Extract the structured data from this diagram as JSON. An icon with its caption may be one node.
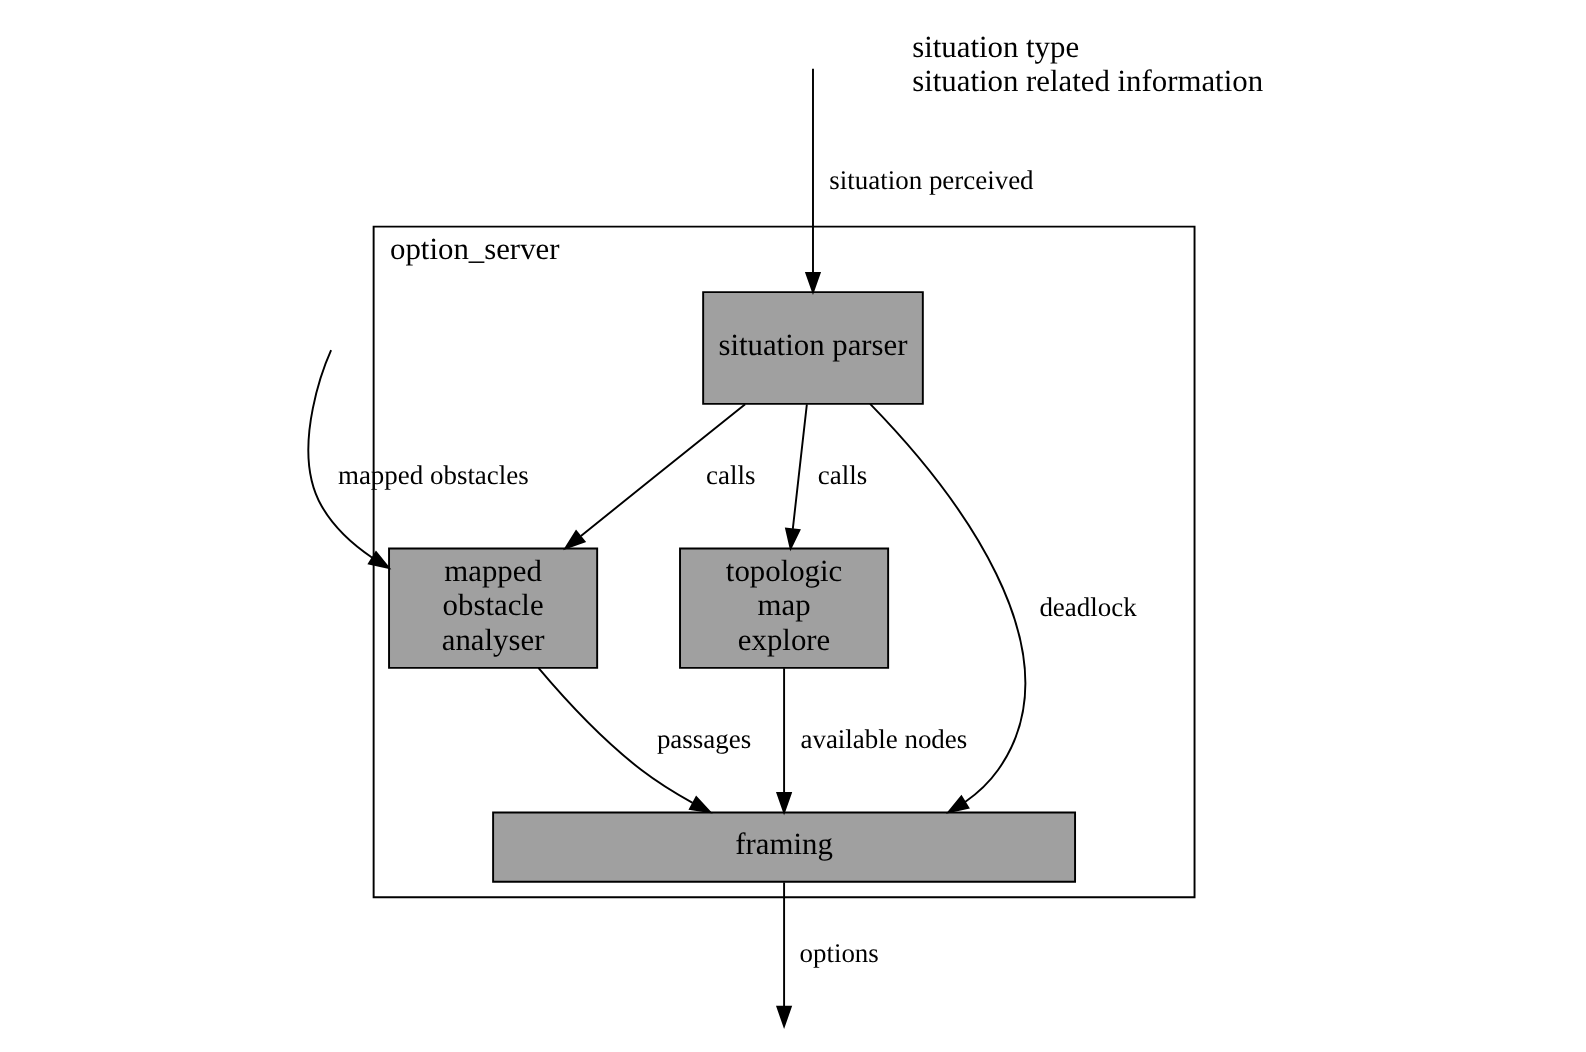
{
  "diagram": {
    "nodes": [
      {
        "text": [
          "option_server"
        ]
      },
      {
        "text": [
          "situation parser"
        ],
        "in": 0
      },
      {
        "text": [
          "topologic map explore"
        ],
        "in": 0
      },
      {
        "text": [
          "mapped obstacle analyser"
        ],
        "in": 0
      },
      {
        "text": [
          "framing"
        ],
        "in": 0
      }
    ],
    "edges": [
      {
        "from": null,
        "to": 1,
        "arrow": "to",
        "label": "situation perceived"
      },
      {
        "from": 1,
        "to": 2,
        "arrow": "to",
        "label": "calls"
      },
      {
        "from": 1,
        "to": 3,
        "arrow": "to",
        "label": "calls"
      },
      {
        "from": 1,
        "to": 4,
        "arrow": "to",
        "label": "deadlock"
      },
      {
        "from": 2,
        "to": 4,
        "arrow": "to",
        "label": "available nodes"
      },
      {
        "from": 3,
        "to": 4,
        "arrow": "to",
        "label": "passages"
      },
      {
        "from": null,
        "to": 3,
        "arrow": "to",
        "label": "mapped obstacles"
      },
      {
        "from": 4,
        "to": null,
        "arrow": "to",
        "label": "options"
      }
    ],
    "labels": [
      "situation type",
      "situation related information"
    ]
  }
}
